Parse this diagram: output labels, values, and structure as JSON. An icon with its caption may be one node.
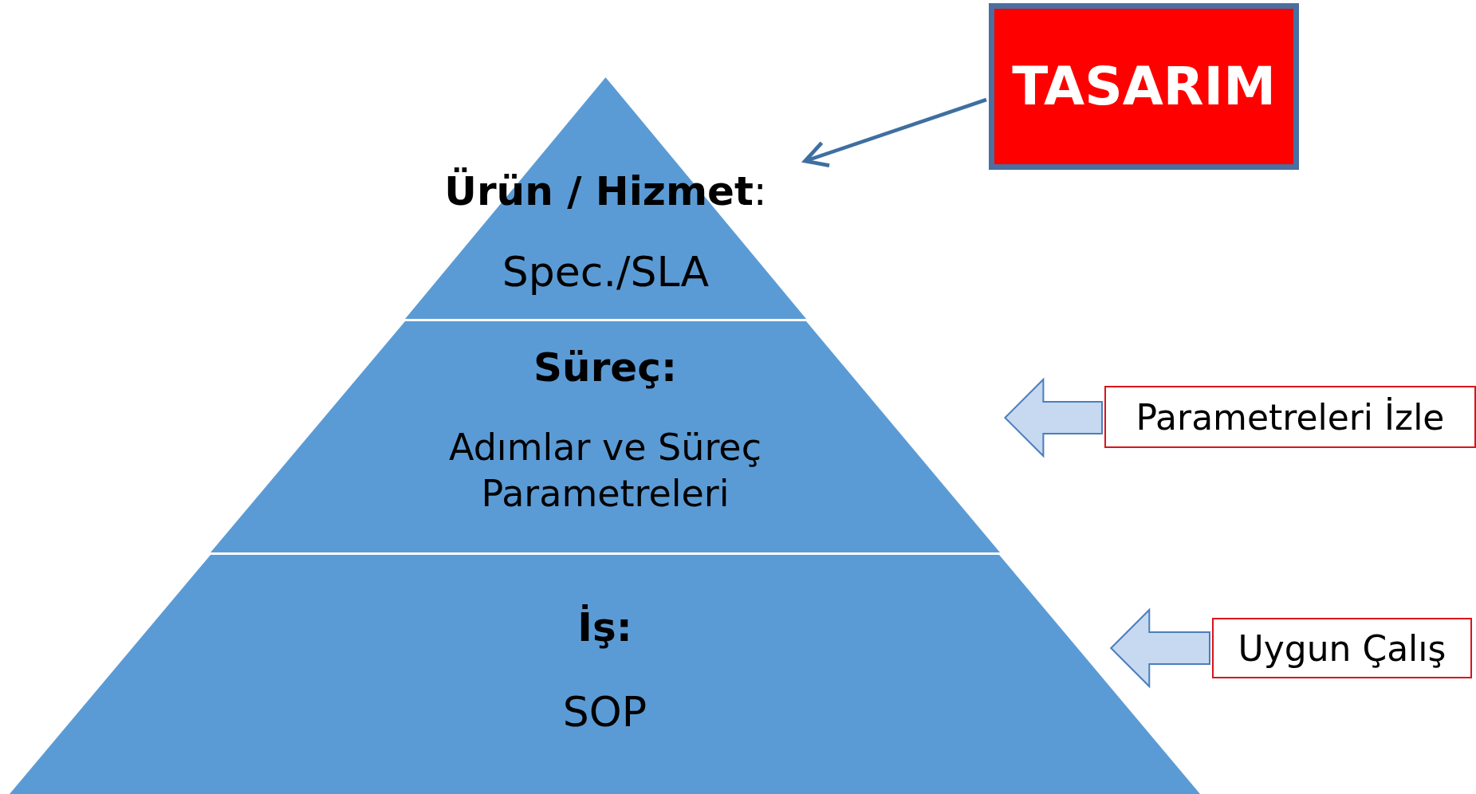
{
  "diagram": {
    "nodes": [
      {
        "text": [
          "**Ürün / Hizmet**:",
          "Spec./SLA"
        ]
      },
      {
        "text": [
          "Süreç:",
          "Adımlar ve Süreç Parametreleri"
        ]
      },
      {
        "text": [
          "İş:",
          "SOP"
        ]
      },
      {
        "text": [
          "TASARIM"
        ]
      },
      {
        "text": [
          "Parametreleri İzle"
        ]
      },
      {
        "text": [
          "Uygun Çalış"
        ]
      }
    ],
    "edges": [
      {
        "from": 3,
        "to": 0,
        "arrow": "to"
      },
      {
        "from": 4,
        "to": 1,
        "arrow": "to"
      },
      {
        "from": 5,
        "to": 2,
        "arrow": "to"
      }
    ]
  }
}
